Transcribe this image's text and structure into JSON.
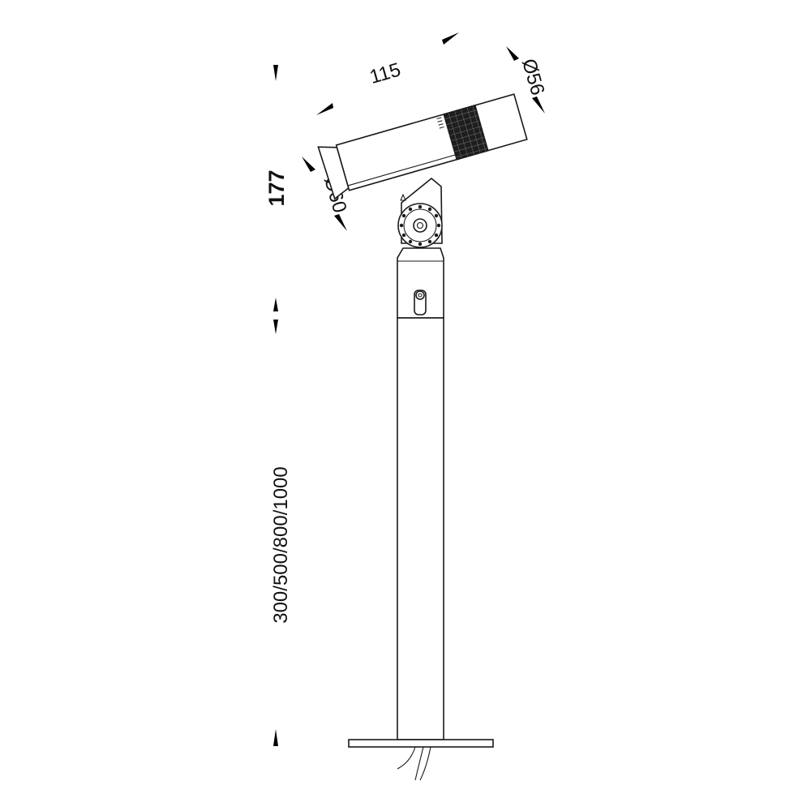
{
  "dimensions": {
    "length": "115",
    "front_diameter": "Ø56",
    "rear_diameter": "Ø60",
    "head_height": "177",
    "stake_lengths": "300/500/800/1000"
  },
  "colors": {
    "line": "#1a1a1a",
    "knurl": "#1e1e1e",
    "background": "#ffffff"
  }
}
